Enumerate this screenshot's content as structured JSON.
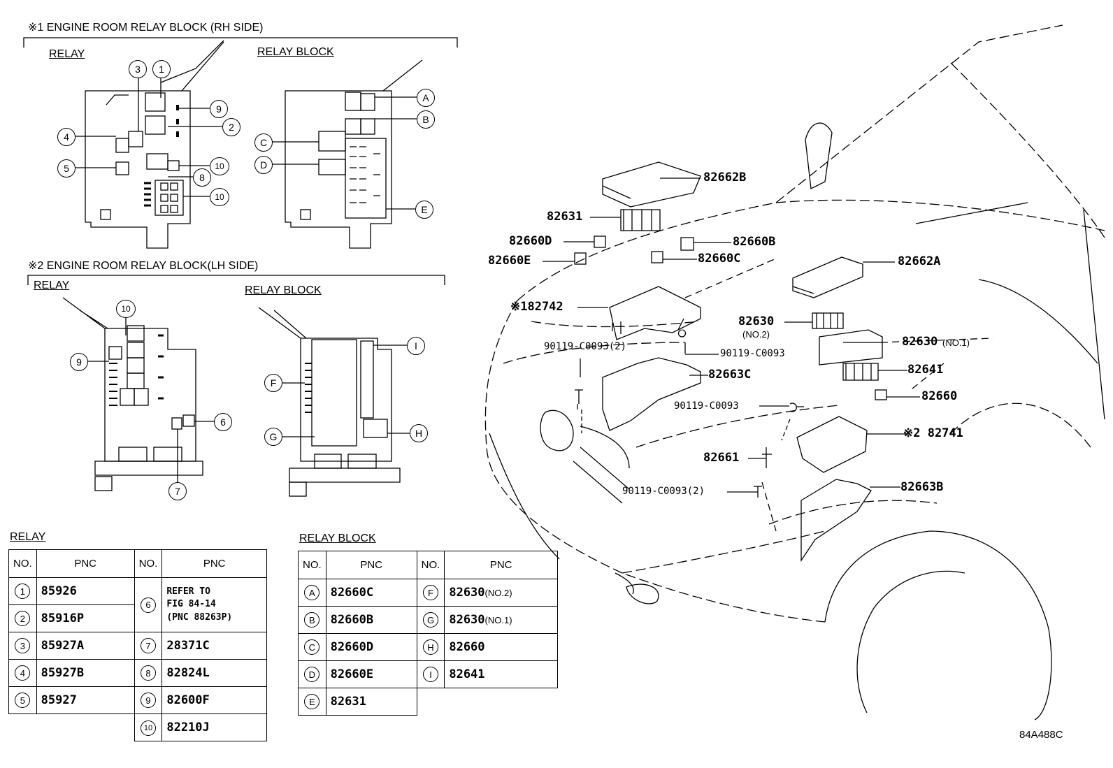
{
  "rh_block": {
    "title": "※1 ENGINE ROOM RELAY BLOCK (RH SIDE)",
    "relay_label": "RELAY",
    "relay_block_label": "RELAY BLOCK",
    "relay_callouts": [
      "1",
      "2",
      "3",
      "4",
      "5",
      "8",
      "9",
      "10",
      "10"
    ],
    "block_callouts": [
      "A",
      "B",
      "C",
      "D",
      "E"
    ]
  },
  "lh_block": {
    "title": "※2 ENGINE ROOM RELAY BLOCK(LH SIDE)",
    "relay_label": "RELAY",
    "relay_block_label": "RELAY BLOCK",
    "relay_callouts": [
      "10",
      "9",
      "6",
      "7"
    ],
    "block_callouts": [
      "F",
      "G",
      "H",
      "I"
    ]
  },
  "main_labels": {
    "p82662B": "82662B",
    "p82631": "82631",
    "p82660D": "82660D",
    "p82660B": "82660B",
    "p82660E": "82660E",
    "p82660C": "82660C",
    "p82662A": "82662A",
    "p82742": "※182742",
    "p82630_no2": "82630",
    "p82630_no2_sub": "(NO.2)",
    "p90119_a": "90119-C0093(2)",
    "p90119_b": "90119-C0093",
    "p82630_no1": "82630",
    "p82630_no1_sub": "(NO.1)",
    "p82663C": "82663C",
    "p82641": "82641",
    "p90119_c": "90119-C0093",
    "p82660": "82660",
    "p82741": "※2 82741",
    "p82661": "82661",
    "p90119_d": "90119-C0093(2)",
    "p82663B": "82663B"
  },
  "relay_table": {
    "caption": "RELAY",
    "headers": [
      "NO.",
      "PNC",
      "NO.",
      "PNC"
    ],
    "left_rows": [
      {
        "no": "1",
        "pnc": "85926"
      },
      {
        "no": "2",
        "pnc": "85916P"
      },
      {
        "no": "3",
        "pnc": "85927A"
      },
      {
        "no": "4",
        "pnc": "85927B"
      },
      {
        "no": "5",
        "pnc": "85927"
      }
    ],
    "right_rows": [
      {
        "no": "6",
        "pnc": "REFER TO\nFIG 84-14\n(PNC 88263P)"
      },
      {
        "no": "7",
        "pnc": "28371C"
      },
      {
        "no": "8",
        "pnc": "82824L"
      },
      {
        "no": "9",
        "pnc": "82600F"
      },
      {
        "no": "10",
        "pnc": "82210J"
      }
    ]
  },
  "block_table": {
    "caption": "RELAY BLOCK",
    "headers": [
      "NO.",
      "PNC",
      "NO.",
      "PNC"
    ],
    "left_rows": [
      {
        "no": "A",
        "pnc": "82660C"
      },
      {
        "no": "B",
        "pnc": "82660B"
      },
      {
        "no": "C",
        "pnc": "82660D"
      },
      {
        "no": "D",
        "pnc": "82660E"
      },
      {
        "no": "E",
        "pnc": "82631"
      }
    ],
    "right_rows": [
      {
        "no": "F",
        "pnc": "82630",
        "sub": "(NO.2)"
      },
      {
        "no": "G",
        "pnc": "82630",
        "sub": "(NO.1)"
      },
      {
        "no": "H",
        "pnc": "82660",
        "sub": ""
      },
      {
        "no": "I",
        "pnc": "82641",
        "sub": ""
      }
    ]
  },
  "figure_code": "84A488C"
}
